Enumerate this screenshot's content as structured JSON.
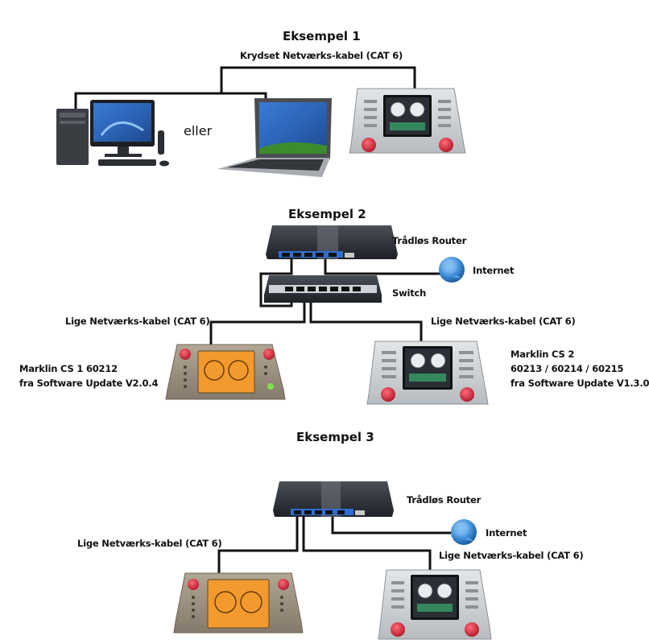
{
  "example1": {
    "title": "Eksempel 1",
    "cable": "Krydset Netværks-kabel (CAT 6)",
    "or_text": "eller"
  },
  "example2": {
    "title": "Eksempel 2",
    "router": "Trådløs Router",
    "internet": "Internet",
    "switch": "Switch",
    "cable_left": "Lige Netværks-kabel (CAT 6)",
    "cable_right": "Lige Netværks-kabel (CAT 6)",
    "cs1_line1": "Marklin CS 1 60212",
    "cs1_line2": "fra Software Update V2.0.4",
    "cs2_line1": "Marklin CS 2",
    "cs2_line2": "60213 / 60214 / 60215",
    "cs2_line3": "fra Software Update V1.3.0"
  },
  "example3": {
    "title": "Eksempel 3",
    "router": "Trådløs Router",
    "internet": "Internet",
    "cable_left": "Lige Netværks-kabel (CAT 6)",
    "cable_right": "Lige Netværks-kabel (CAT 6)"
  },
  "icons": [
    "desktop-pc-icon",
    "laptop-icon",
    "cs2-controller-icon",
    "cs1-controller-icon",
    "router-icon",
    "switch-icon",
    "globe-icon"
  ],
  "colors": {
    "cable": "#111111",
    "cs2_body": "#cfd3d6",
    "cs1_body": "#9c9080",
    "cs1_screen": "#f29a2e",
    "red_knob": "#d8283a",
    "router_body": "#2a2e34",
    "port_blue": "#2f6fd0"
  }
}
